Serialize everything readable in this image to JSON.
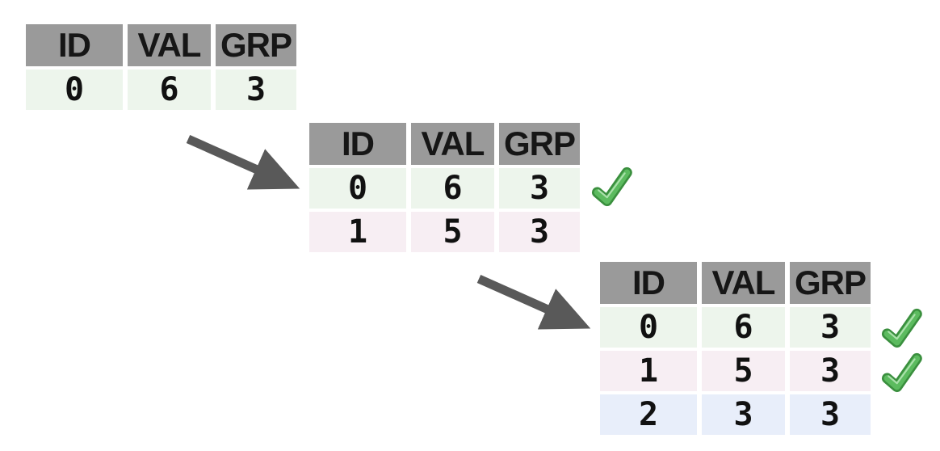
{
  "colors": {
    "background": "#ffffff",
    "header_bg": "#9a9a9a",
    "row_green": "#edf5ec",
    "row_pink": "#f7eef3",
    "row_blue": "#e8eefa",
    "header_text": "#161616",
    "cell_text": "#111111",
    "arrow": "#595959",
    "check_outline": "#3a8f3e",
    "check_fill": "#5cbb5f",
    "check_highlight": "#b9e8b9"
  },
  "table_headers": [
    "ID",
    "VAL",
    "GRP"
  ],
  "tables": [
    {
      "rows": [
        {
          "ID": "0",
          "VAL": "6",
          "GRP": "3",
          "checked": false
        }
      ]
    },
    {
      "rows": [
        {
          "ID": "0",
          "VAL": "6",
          "GRP": "3",
          "checked": true
        },
        {
          "ID": "1",
          "VAL": "5",
          "GRP": "3",
          "checked": false
        }
      ]
    },
    {
      "rows": [
        {
          "ID": "0",
          "VAL": "6",
          "GRP": "3",
          "checked": true
        },
        {
          "ID": "1",
          "VAL": "5",
          "GRP": "3",
          "checked": true
        },
        {
          "ID": "2",
          "VAL": "3",
          "GRP": "3",
          "checked": false
        }
      ]
    }
  ],
  "icons": {
    "checkmark": "✔",
    "arrow": "➘"
  }
}
